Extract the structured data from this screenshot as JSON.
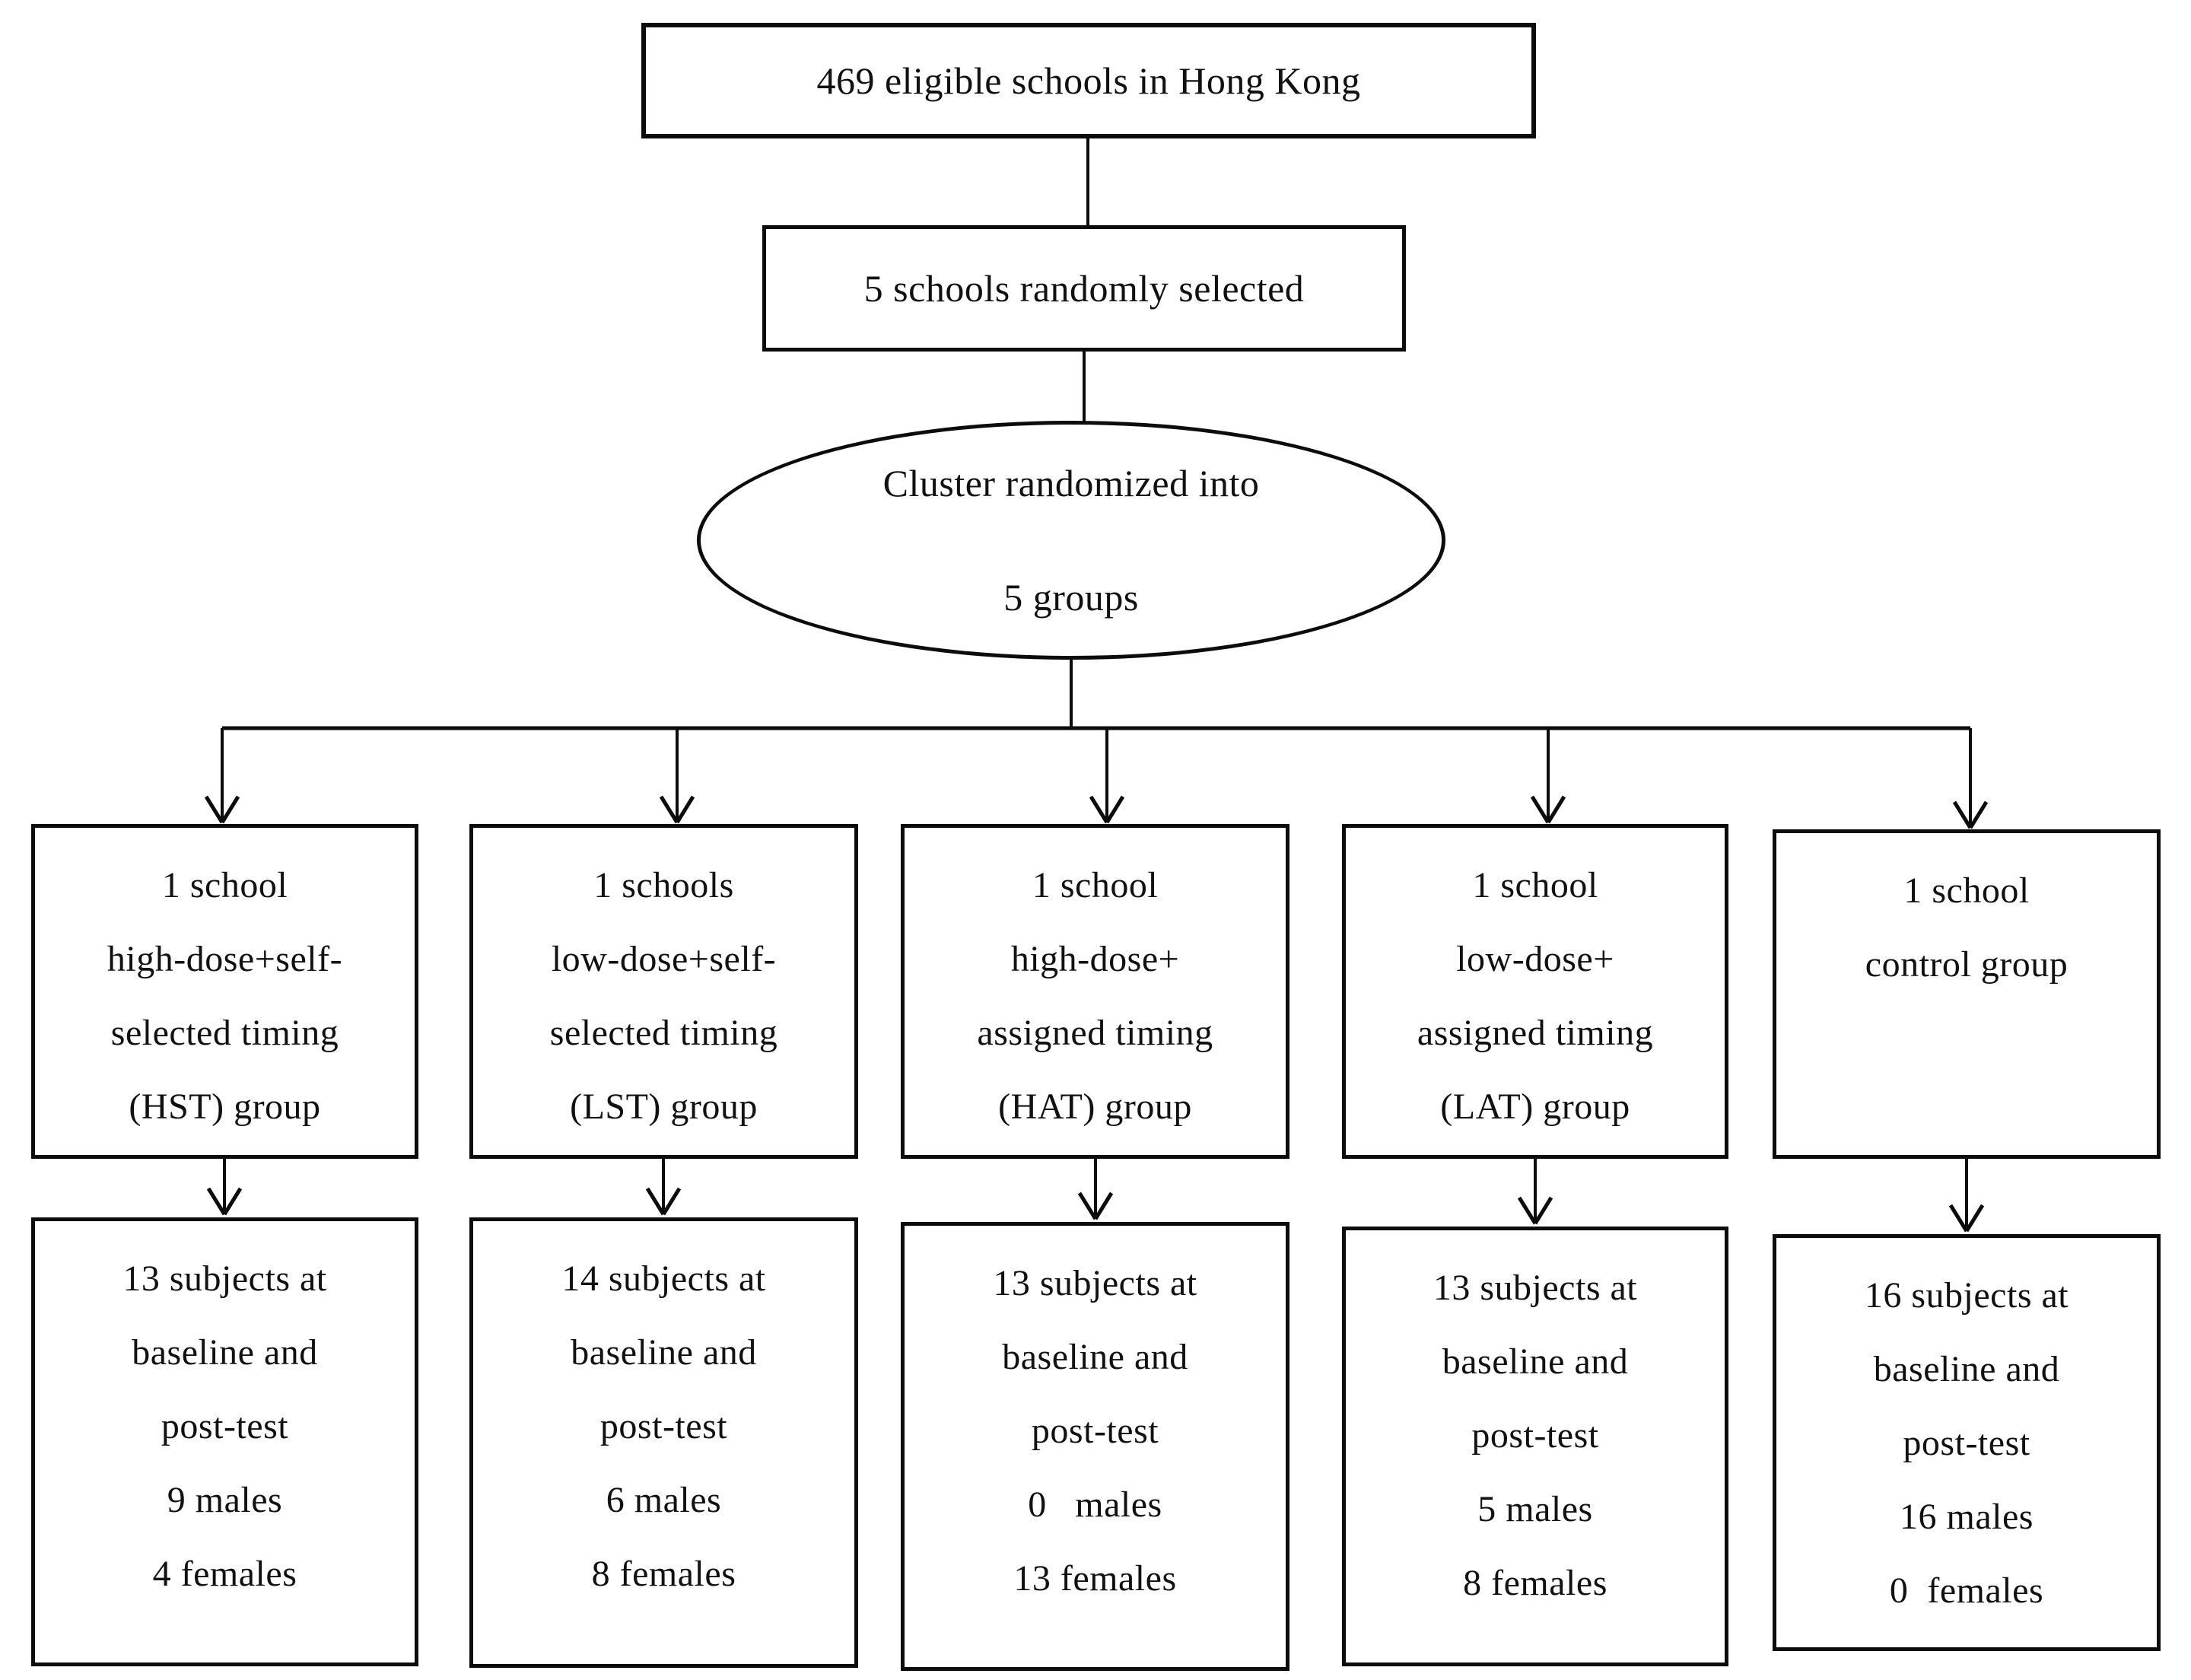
{
  "diagram": {
    "background_color": "#ffffff",
    "line_color": "#0c0c0c",
    "text_color": "#111111",
    "nodes": {
      "eligible": "469 eligible schools in Hong Kong",
      "selected": "5 schools randomly selected",
      "randomized_line1": "Cluster randomized into",
      "randomized_line2": "5 groups"
    },
    "groups": [
      {
        "id": "HST",
        "lines": [
          "1 school",
          "high-dose+self-",
          "selected timing",
          "(HST) group"
        ]
      },
      {
        "id": "LST",
        "lines": [
          "1 schools",
          "low-dose+self-",
          "selected timing",
          "(LST) group"
        ]
      },
      {
        "id": "HAT",
        "lines": [
          "1 school",
          "high-dose+",
          "assigned timing",
          "(HAT) group"
        ]
      },
      {
        "id": "LAT",
        "lines": [
          "1 school",
          "low-dose+",
          "assigned timing",
          "(LAT) group"
        ]
      },
      {
        "id": "control",
        "lines": [
          "1 school",
          "control group"
        ]
      }
    ],
    "results": [
      {
        "lines": [
          "13 subjects at",
          "baseline and",
          "post-test",
          "9 males",
          "4 females"
        ]
      },
      {
        "lines": [
          "14 subjects at",
          "baseline and",
          "post-test",
          "6 males",
          "8 females"
        ]
      },
      {
        "lines": [
          "13 subjects at",
          "baseline and",
          "post-test",
          "0   males",
          "13 females"
        ]
      },
      {
        "lines": [
          "13 subjects at",
          "baseline and",
          "post-test",
          "5 males",
          "8 females"
        ]
      },
      {
        "lines": [
          "16 subjects at",
          "baseline and",
          "post-test",
          "16 males",
          "0  females"
        ]
      }
    ]
  }
}
